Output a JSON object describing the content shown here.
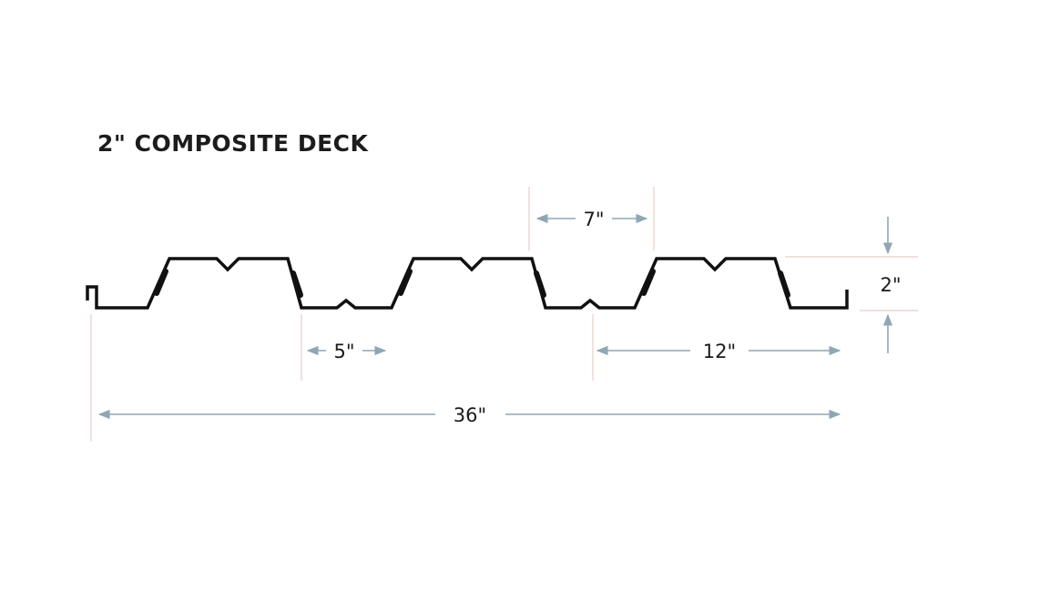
{
  "title": "2\" COMPOSITE DECK",
  "dimensions": {
    "rib_top_width": "7\"",
    "deck_depth": "2\"",
    "rib_bottom_width": "5\"",
    "rib_spacing": "12\"",
    "coverage_width": "36\""
  },
  "colors": {
    "profile": "#111111",
    "dimension_line": "#8fa6b4",
    "extension_line": "#e7cfc8"
  }
}
